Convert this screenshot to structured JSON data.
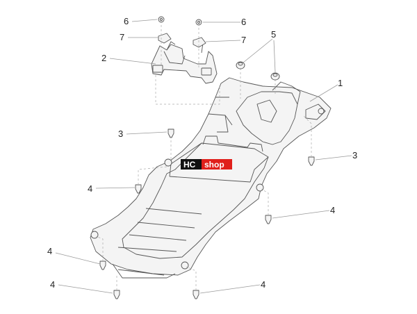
{
  "diagram": {
    "callouts": [
      {
        "id": "c6a",
        "label": "6"
      },
      {
        "id": "c6b",
        "label": "6"
      },
      {
        "id": "c7a",
        "label": "7"
      },
      {
        "id": "c7b",
        "label": "7"
      },
      {
        "id": "c2",
        "label": "2"
      },
      {
        "id": "c5",
        "label": "5"
      },
      {
        "id": "c1",
        "label": "1"
      },
      {
        "id": "c3a",
        "label": "3"
      },
      {
        "id": "c3b",
        "label": "3"
      },
      {
        "id": "c4a",
        "label": "4"
      },
      {
        "id": "c4b",
        "label": "4"
      },
      {
        "id": "c4c",
        "label": "4"
      },
      {
        "id": "c4d",
        "label": "4"
      },
      {
        "id": "c4e",
        "label": "4"
      }
    ]
  },
  "watermark": {
    "brand_left": "HC",
    "brand_right": "shop",
    "colors": {
      "left_bg": "#111111",
      "right_bg": "#e0201b",
      "text": "#ffffff"
    }
  }
}
